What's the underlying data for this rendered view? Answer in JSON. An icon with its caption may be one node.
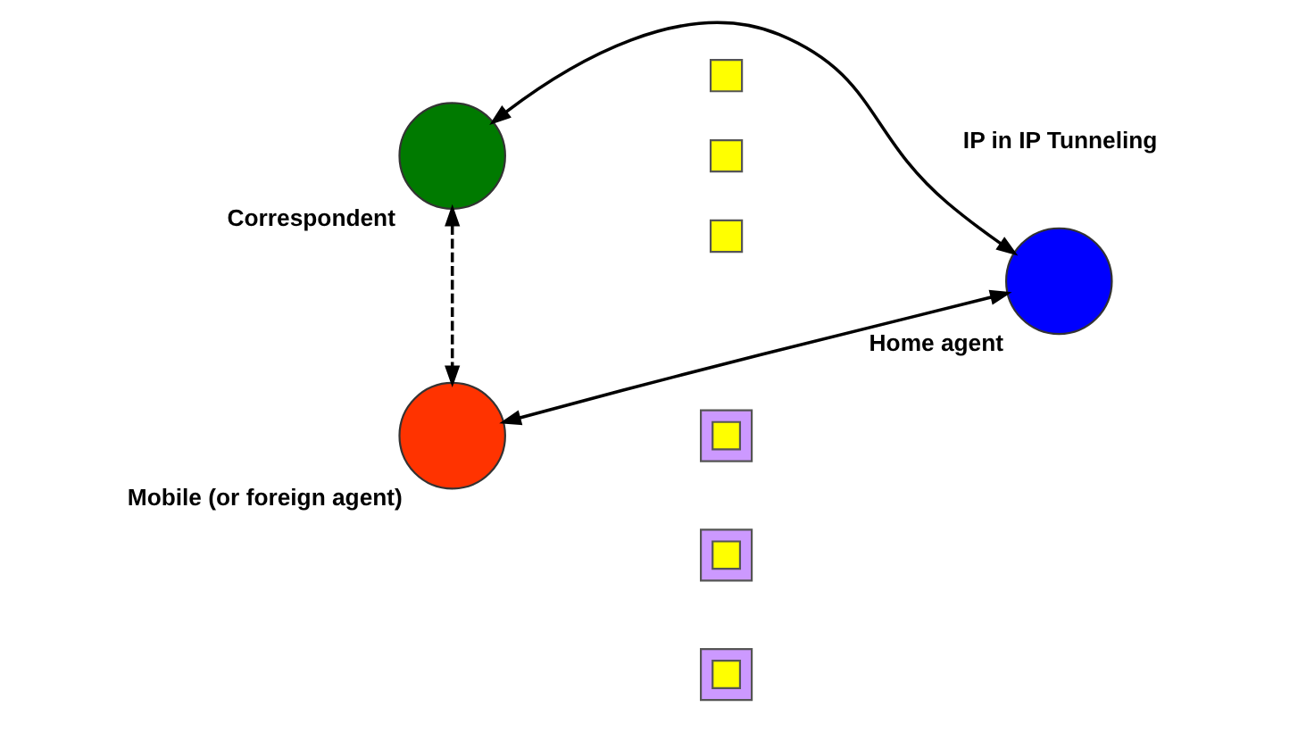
{
  "diagram": {
    "nodes": [
      {
        "text": [
          "Correspondent"
        ]
      },
      {
        "text": [
          "Home agent"
        ]
      },
      {
        "text": [
          "Mobile (or foreign agent)"
        ]
      },
      {
        "text": [],
        "shape": "box"
      },
      {
        "text": [],
        "shape": "box"
      },
      {
        "text": [],
        "shape": "box"
      },
      {
        "text": [],
        "shape": "box"
      },
      {
        "text": [],
        "shape": "box"
      },
      {
        "text": [],
        "shape": "box"
      }
    ],
    "edges": [
      {
        "from": 0,
        "to": 1,
        "arrow": "both"
      },
      {
        "from": 1,
        "to": 2,
        "arrow": "both"
      },
      {
        "from": 0,
        "to": 2,
        "arrow": "both",
        "style": "dashed"
      }
    ],
    "labels": [
      "IP in IP Tunneling"
    ]
  }
}
